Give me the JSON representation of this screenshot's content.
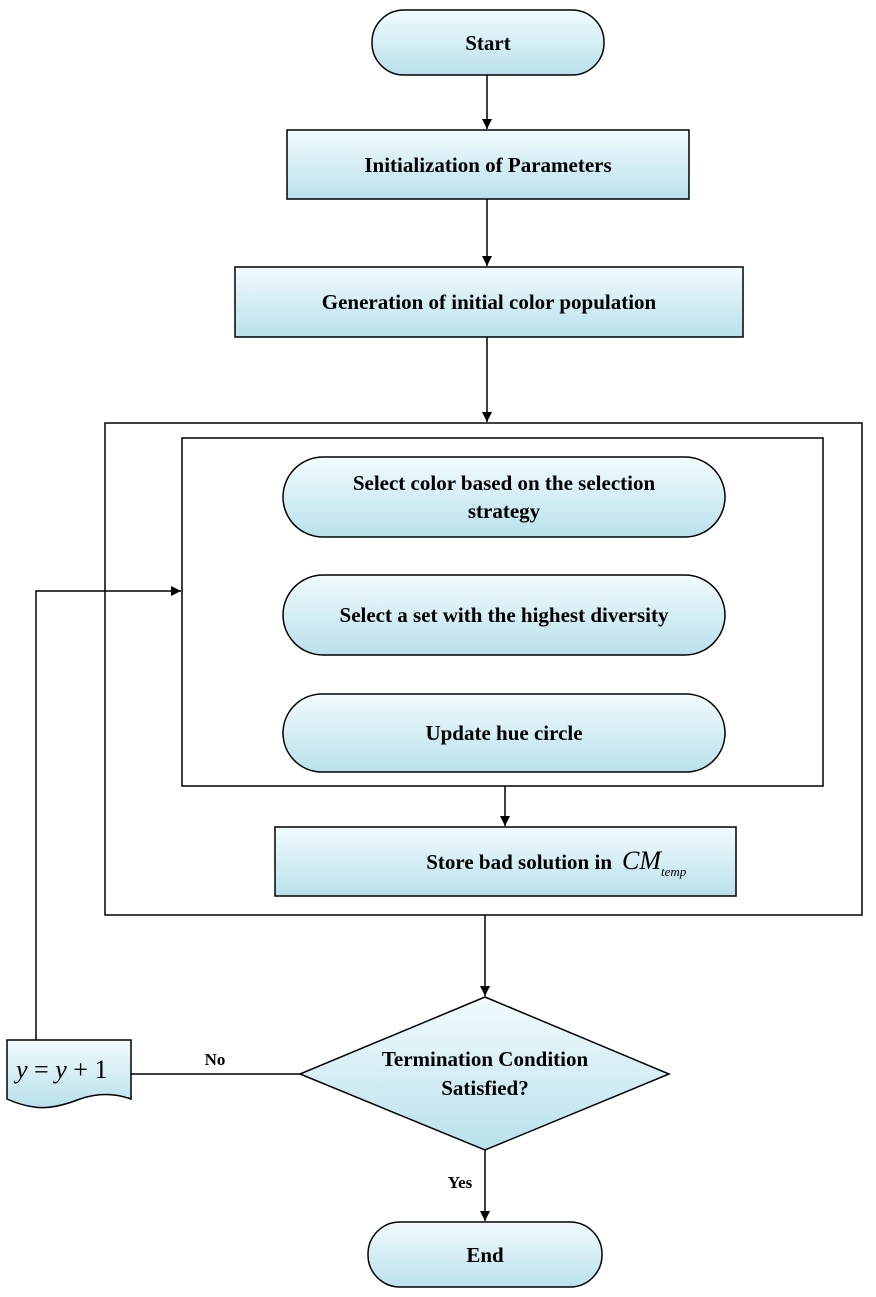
{
  "colors": {
    "node_fill_light": "#f2fbfd",
    "node_fill_dark": "#b9e1ec",
    "stroke": "#000000",
    "background": "#ffffff"
  },
  "nodes": {
    "start": "Start",
    "init_params": "Initialization of Parameters",
    "gen_population": "Generation of initial color population",
    "select_color_line1": "Select color based on the selection",
    "select_color_line2": "strategy",
    "select_diversity": "Select a set with the highest diversity",
    "update_hue": "Update hue circle",
    "store_bad": "Store bad solution in",
    "store_bad_var": "CM",
    "store_bad_var_sub": "temp",
    "decision_line1": "Termination Condition",
    "decision_line2": "Satisfied?",
    "increment_lhs": "y",
    "increment_eq": " = ",
    "increment_rhs_var": "y",
    "increment_plus": " + ",
    "increment_num": "1",
    "end": "End"
  },
  "edges": {
    "no_label": "No",
    "yes_label": "Yes"
  }
}
